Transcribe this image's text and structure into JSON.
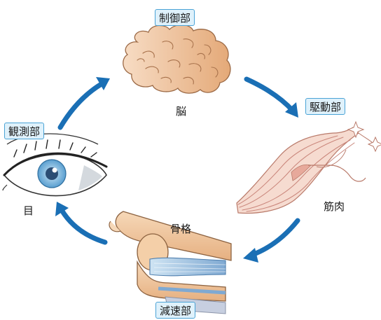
{
  "tags": {
    "control": "制御部",
    "drive": "駆動部",
    "observe": "観測部",
    "brake": "減速部"
  },
  "labels": {
    "brain": "脳",
    "muscle": "筋肉",
    "eye": "目",
    "bone": "骨格"
  },
  "colors": {
    "arrow": "#1a6fb5",
    "tag_fill": "#dff1fb",
    "tag_border": "#4aa3d6",
    "brain": "#e9b88f",
    "muscle": "#f3d3c8",
    "bone": "#f1c9a2",
    "eye_iris": "#7fb8de"
  },
  "icons": {
    "brain": "brain-icon",
    "muscle": "muscle-icon",
    "eye": "eye-icon",
    "bone": "bone-joint-icon"
  }
}
